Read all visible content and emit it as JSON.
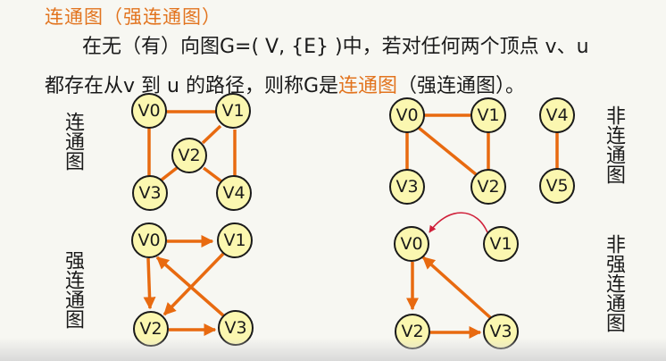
{
  "title": "连通图（强连通图）",
  "definition": {
    "line1": "在无（有）向图G=( V, {E} )中，若对任何两个顶点 v、u",
    "line2_prefix": "都存在从v 到 u 的路径，则称G是",
    "line2_accent": "连通图",
    "line2_suffix": "（强连通图）。"
  },
  "side_labels": {
    "connected": "连通图",
    "not_connected": "非连通图",
    "strongly_connected": "强连通图",
    "not_strongly_connected": "非强连通图"
  },
  "colors": {
    "accent": "#e2741f",
    "edge": "#e86a10",
    "node_fill": "#fbf7b0",
    "annotation": "#d0203a"
  },
  "graphs": {
    "connected": {
      "nodes": [
        "V0",
        "V1",
        "V2",
        "V3",
        "V4"
      ],
      "edges": [
        [
          "V0",
          "V1"
        ],
        [
          "V0",
          "V3"
        ],
        [
          "V1",
          "V2"
        ],
        [
          "V1",
          "V4"
        ],
        [
          "V2",
          "V3"
        ],
        [
          "V2",
          "V4"
        ]
      ]
    },
    "not_connected": {
      "nodes": [
        "V0",
        "V1",
        "V2",
        "V3",
        "V4",
        "V5"
      ],
      "edges": [
        [
          "V0",
          "V1"
        ],
        [
          "V0",
          "V3"
        ],
        [
          "V0",
          "V2"
        ],
        [
          "V1",
          "V2"
        ],
        [
          "V4",
          "V5"
        ]
      ]
    },
    "strongly_connected": {
      "nodes": [
        "V0",
        "V1",
        "V2",
        "V3"
      ],
      "arcs": [
        [
          "V0",
          "V1"
        ],
        [
          "V0",
          "V2"
        ],
        [
          "V1",
          "V2"
        ],
        [
          "V2",
          "V3"
        ],
        [
          "V3",
          "V0"
        ]
      ]
    },
    "not_strongly_connected": {
      "nodes": [
        "V0",
        "V1",
        "V2",
        "V3"
      ],
      "arcs": [
        [
          "V0",
          "V2"
        ],
        [
          "V2",
          "V3"
        ],
        [
          "V3",
          "V0"
        ],
        [
          "V1",
          "V0"
        ]
      ]
    }
  }
}
